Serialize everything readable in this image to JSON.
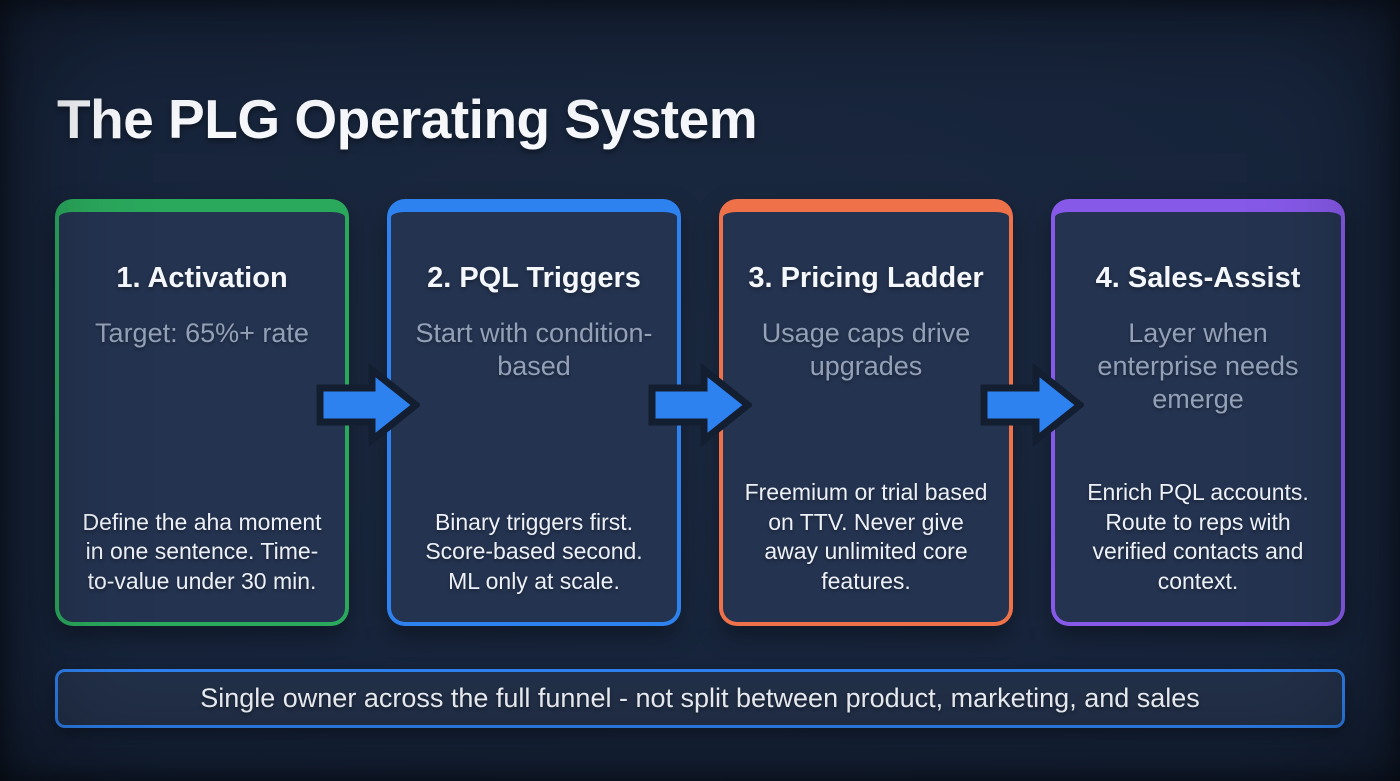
{
  "page": {
    "title": "The PLG Operating System",
    "background_color": "#16233a",
    "card_fill_color": "#243350"
  },
  "cards": [
    {
      "title": "1. Activation",
      "subtitle": "Target: 65%+ rate",
      "body": "Define the aha moment in one sentence. Time-to-value under 30 min.",
      "accent_color": "#2aa85c"
    },
    {
      "title": "2. PQL Triggers",
      "subtitle": "Start with condition-based",
      "body": "Binary triggers first. Score-based second. ML only at scale.",
      "accent_color": "#2e82f0"
    },
    {
      "title": "3. Pricing Ladder",
      "subtitle": "Usage caps drive upgrades",
      "body": "Freemium or trial based on TTV. Never give away unlimited core features.",
      "accent_color": "#ef7149"
    },
    {
      "title": "4. Sales-Assist",
      "subtitle": "Layer when enterprise needs emerge",
      "body": "Enrich PQL accounts. Route to reps with verified contacts and context.",
      "accent_color": "#8659e8"
    }
  ],
  "arrow": {
    "name": "right-arrow",
    "color": "#2e82f0",
    "outline_color": "#131e31"
  },
  "footer": {
    "text": "Single owner across the full funnel - not split between product, marketing, and sales",
    "border_color": "#2e82f0"
  }
}
